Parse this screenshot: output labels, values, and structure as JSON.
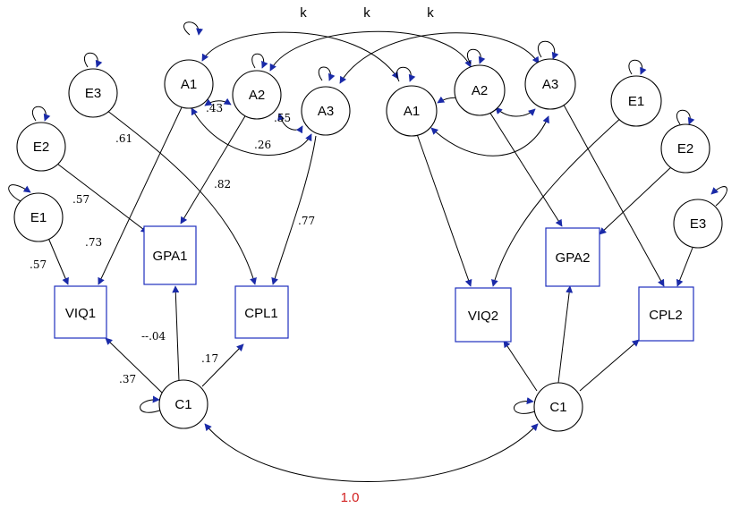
{
  "diagram": {
    "colors": {
      "node_stroke": "#000000",
      "box_stroke": "#1f2fbf",
      "arrowhead": "#1a2aa8",
      "fixed_correlation": "#d21f1f"
    },
    "k_labels": [
      "k",
      "k",
      "k"
    ],
    "fixed_correlation": "1.0",
    "left": {
      "A1": "A1",
      "A2": "A2",
      "A3": "A3",
      "E1": "E1",
      "E2": "E2",
      "E3": "E3",
      "C1": "C1",
      "VIQ": "VIQ1",
      "GPA": "GPA1",
      "CPL": "CPL1"
    },
    "right": {
      "A1": "A1",
      "A2": "A2",
      "A3": "A3",
      "E1": "E1",
      "E2": "E2",
      "E3": "E3",
      "C1": "C1",
      "VIQ": "VIQ2",
      "GPA": "GPA2",
      "CPL": "CPL2"
    },
    "coefficients": {
      "a1_a2": ".43",
      "a2_a3": ".55",
      "a1_a3": ".26",
      "e3_cpl": ".61",
      "a2_gpa": ".82",
      "e2_gpa": ".57",
      "a1_viq": ".73",
      "a3_cpl": ".77",
      "e1_viq": ".57",
      "c_gpa": "--.04",
      "c_cpl": ".17",
      "c_viq": ".37"
    }
  }
}
